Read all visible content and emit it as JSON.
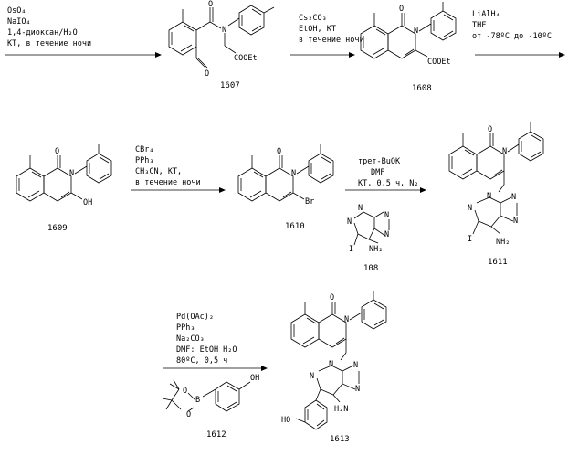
{
  "step1": {
    "reagents": [
      "OsO₄",
      "NaIO₄",
      "1,4-диоксан/H₂O",
      "КТ, в течение ночи"
    ]
  },
  "step2": {
    "reagents": [
      "Cs₂CO₃",
      "EtOH, KT",
      "в течение ночи"
    ]
  },
  "step3": {
    "reagents": [
      "LiAlH₄",
      "THF",
      "от -78ºС до -10ºС"
    ]
  },
  "step4": {
    "reagents": [
      "CBr₄",
      "PPh₃",
      "CH₃CN, KT,",
      "в течение ночи"
    ]
  },
  "step5": {
    "reagents": [
      "трет-BuOK",
      "DMF",
      "KT, 0,5 ч, N₂"
    ]
  },
  "step6": {
    "reagents": [
      "Pd(OAc)₂",
      "PPh₃",
      "Na₂CO₃",
      "DMF: EtOH H₂O",
      "80ºC, 0,5 ч"
    ]
  },
  "compounds": {
    "c1607": "1607",
    "c1608": "1608",
    "c1609": "1609",
    "c1610": "1610",
    "c108": "108",
    "c1611": "1611",
    "c1612": "1612",
    "c1613": "1613"
  },
  "atoms": {
    "O": "O",
    "N": "N",
    "COOEt": "COOEt",
    "OH": "OH",
    "Br": "Br",
    "I": "I",
    "NH2": "NH₂",
    "H2N": "H₂N",
    "HO": "HO",
    "B": "B"
  }
}
